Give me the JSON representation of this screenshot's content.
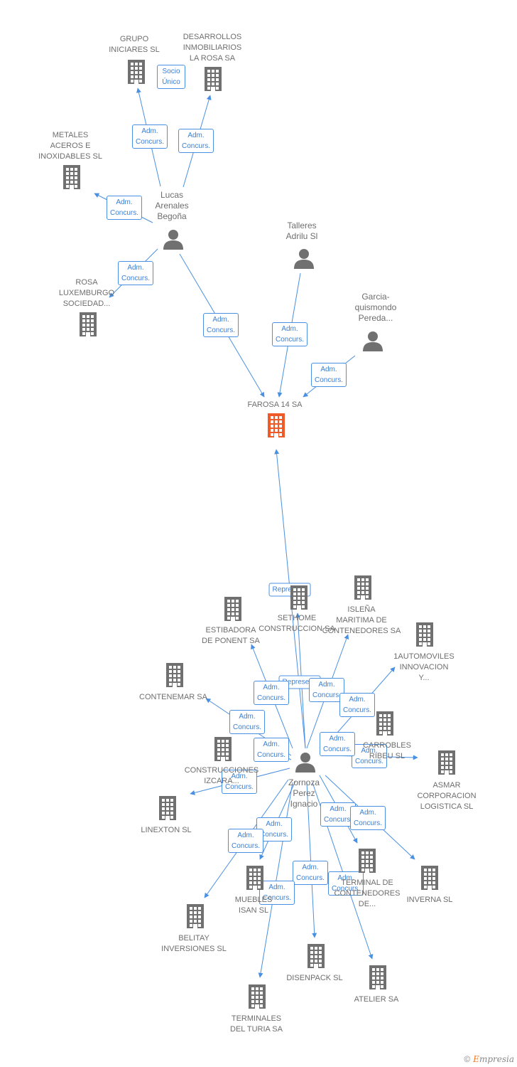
{
  "colors": {
    "edge": "#4a90e2",
    "node": "#707070",
    "focus": "#f05a28",
    "badge_text": "#3a7fd5"
  },
  "nodes": [
    {
      "id": "grupo",
      "type": "company",
      "label": "GRUPO\nINICIARES SL"
    },
    {
      "id": "desarrollos",
      "type": "company",
      "label": "DESARROLLOS\nINMOBILIARIOS\nLA ROSA SA"
    },
    {
      "id": "metales",
      "type": "company",
      "label": "METALES\nACEROS E\nINOXIDABLES SL"
    },
    {
      "id": "lucas",
      "type": "person",
      "label": "Lucas\nArenales\nBegoña"
    },
    {
      "id": "rosa",
      "type": "company",
      "label": "ROSA\nLUXEMBURGO\nSOCIEDAD..."
    },
    {
      "id": "talleres",
      "type": "person",
      "label": "Talleres\nAdrilu Sl"
    },
    {
      "id": "garcia",
      "type": "person",
      "label": "Garcia-\nquismondo\nPereda..."
    },
    {
      "id": "farosa",
      "type": "company",
      "focus": true,
      "label": "FAROSA 14 SA"
    },
    {
      "id": "sethome",
      "type": "company",
      "label": "SETHOME\nCONSTRUCCION SA"
    },
    {
      "id": "islena",
      "type": "company",
      "label": "ISLEÑA\nMARITIMA DE\nCONTENEDORES SA"
    },
    {
      "id": "estibadora",
      "type": "company",
      "label": "ESTIBADORA\nDE PONENT SA"
    },
    {
      "id": "automoviles",
      "type": "company",
      "label": "1AUTOMOVILES\nINNOVACION\nY..."
    },
    {
      "id": "contenemar",
      "type": "company",
      "label": "CONTENEMAR SA"
    },
    {
      "id": "carrobles",
      "type": "company",
      "label": "CARROBLES\nRIBEU SL"
    },
    {
      "id": "asmar",
      "type": "company",
      "label": "ASMAR\nCORPORACION\nLOGISTICA SL"
    },
    {
      "id": "construcciones",
      "type": "company",
      "label": "CONSTRUCCIONES\nIZCARA..."
    },
    {
      "id": "zornoza",
      "type": "person",
      "label": "Zornoza\nPerez\nIgnacio"
    },
    {
      "id": "linexton",
      "type": "company",
      "label": "LINEXTON SL"
    },
    {
      "id": "terminal",
      "type": "company",
      "label": "TERMINAL DE\nCONTENEDORES\nDE..."
    },
    {
      "id": "inverna",
      "type": "company",
      "label": "INVERNA SL"
    },
    {
      "id": "muebles",
      "type": "company",
      "label": "MUEBLES\nISAN SL"
    },
    {
      "id": "belitay",
      "type": "company",
      "label": "BELITAY\nINVERSIONES SL"
    },
    {
      "id": "disenpack",
      "type": "company",
      "label": "DISENPACK SL"
    },
    {
      "id": "atelier",
      "type": "company",
      "label": "ATELIER SA"
    },
    {
      "id": "terminales",
      "type": "company",
      "label": "TERMINALES\nDEL TURIA SA"
    }
  ],
  "edges": [
    {
      "from": "lucas",
      "to": "grupo",
      "label": "Adm.\nConcurs."
    },
    {
      "from": "lucas",
      "to": "desarrollos",
      "label": "Adm.\nConcurs."
    },
    {
      "from": "lucas",
      "to": "metales",
      "label": "Adm.\nConcurs."
    },
    {
      "from": "lucas",
      "to": "rosa",
      "label": "Adm.\nConcurs."
    },
    {
      "from": "lucas",
      "to": "farosa",
      "label": "Adm.\nConcurs."
    },
    {
      "from": "talleres",
      "to": "farosa",
      "label": "Adm.\nConcurs."
    },
    {
      "from": "garcia",
      "to": "farosa",
      "label": "Adm.\nConcurs."
    },
    {
      "from": "zornoza",
      "to": "farosa",
      "label": "Represent."
    },
    {
      "from": "zornoza",
      "to": "sethome",
      "label": "Represent."
    },
    {
      "from": "zornoza",
      "to": "islena",
      "label": "Adm.\nConcurs."
    },
    {
      "from": "zornoza",
      "to": "estibadora",
      "label": "Adm.\nConcurs."
    },
    {
      "from": "zornoza",
      "to": "automoviles",
      "label": "Adm.\nConcurs."
    },
    {
      "from": "zornoza",
      "to": "contenemar",
      "label": "Adm.\nConcurs."
    },
    {
      "from": "zornoza",
      "to": "carrobles",
      "label": "Adm.\nConcurs."
    },
    {
      "from": "zornoza",
      "to": "asmar",
      "label": "Adm.\nConcurs."
    },
    {
      "from": "zornoza",
      "to": "construcciones",
      "label": "Adm.\nConcurs."
    },
    {
      "from": "zornoza",
      "to": "linexton",
      "label": "Adm.\nConcurs."
    },
    {
      "from": "zornoza",
      "to": "terminal",
      "label": "Adm.\nConcurs."
    },
    {
      "from": "zornoza",
      "to": "inverna",
      "label": "Adm.\nConcurs."
    },
    {
      "from": "zornoza",
      "to": "muebles",
      "label": "Adm.\nConcurs."
    },
    {
      "from": "zornoza",
      "to": "belitay",
      "label": "Adm.\nConcurs."
    },
    {
      "from": "zornoza",
      "to": "disenpack",
      "label": "Adm.\nConcurs."
    },
    {
      "from": "zornoza",
      "to": "atelier",
      "label": "Adm.\nConcurs."
    },
    {
      "from": "zornoza",
      "to": "terminales",
      "label": "Adm.\nConcurs."
    }
  ],
  "notes": [
    {
      "text": "Socio\nÚnico"
    }
  ],
  "footer": {
    "copyright": "©",
    "brand_initial": "E",
    "brand_rest": "mpresia"
  }
}
